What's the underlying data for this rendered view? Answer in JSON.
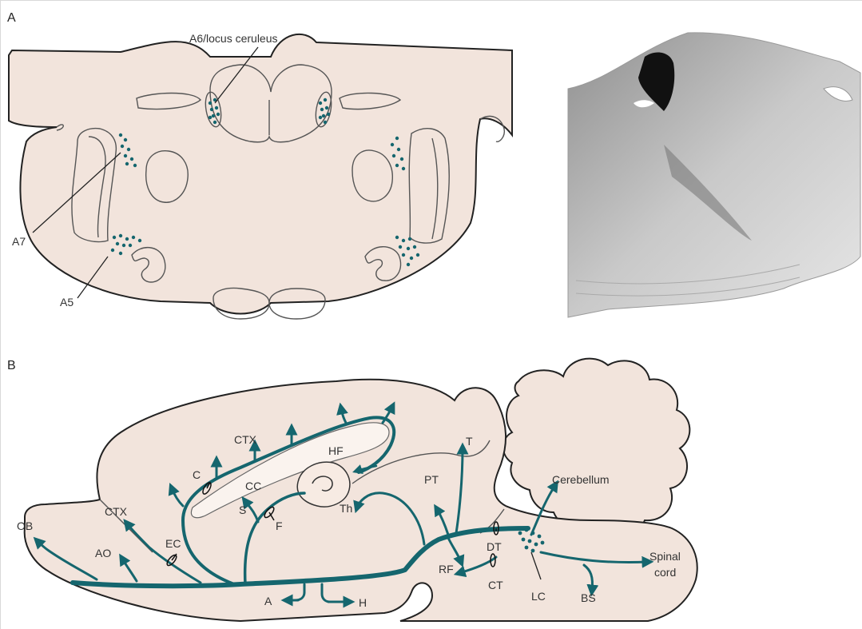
{
  "panels": {
    "a": "A",
    "b": "B"
  },
  "panel_a": {
    "labels": {
      "a6": "A6/locus ceruleus",
      "a7": "A7",
      "a5": "A5"
    }
  },
  "panel_b": {
    "labels": {
      "ob": "OB",
      "ao": "AO",
      "ctx_front": "CTX",
      "ec": "EC",
      "c": "C",
      "ctx_top": "CTX",
      "cc": "CC",
      "hf": "HF",
      "s": "S",
      "f": "F",
      "th": "Th",
      "pt": "PT",
      "t": "T",
      "rf": "RF",
      "dt": "DT",
      "ct": "CT",
      "lc": "LC",
      "bs": "BS",
      "cerebellum": "Cerebellum",
      "spinal_1": "Spinal",
      "spinal_2": "cord",
      "a": "A",
      "h": "H"
    }
  },
  "colors": {
    "tissue": "#f2e4dc",
    "tract": "#15666e",
    "outline": "#222222"
  }
}
